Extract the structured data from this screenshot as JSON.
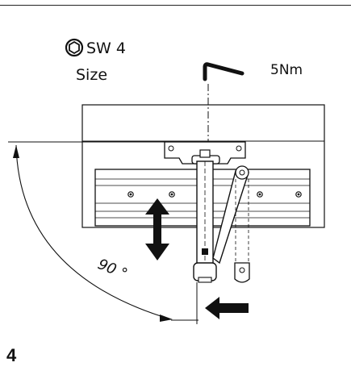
{
  "header": {
    "rule_color": "#222222"
  },
  "tool": {
    "icon": "hex-socket-icon",
    "size_code": "SW 4",
    "size_label": "Size",
    "torque": "5Nm"
  },
  "angle": {
    "label": "90 °"
  },
  "arrows": {
    "vertical": "up-down-arrow",
    "horizontal": "left-arrow",
    "color": "#111111"
  },
  "step": {
    "number": "4"
  }
}
